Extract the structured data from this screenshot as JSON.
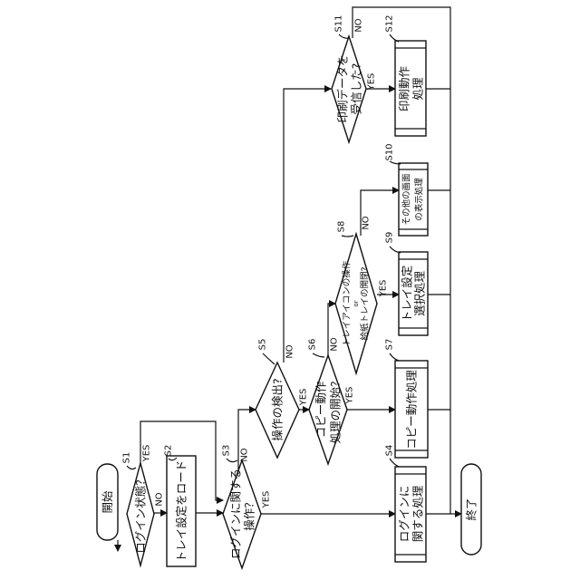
{
  "terminals": {
    "start": "開始",
    "end": "終了"
  },
  "steps": {
    "s1": "S1",
    "s2": "S2",
    "s3": "S3",
    "s4": "S4",
    "s5": "S5",
    "s6": "S6",
    "s7": "S7",
    "s8": "S8",
    "s9": "S9",
    "s10": "S10",
    "s11": "S11",
    "s12": "S12"
  },
  "nodes": {
    "login_state": "ログイン状態？",
    "load_tray": "トレイ設定をロード",
    "login_op_1": "ログインに関する",
    "login_op_2": "操作？",
    "login_proc_1": "ログインに",
    "login_proc_2": "関する処理",
    "detect_op": "操作の検出?",
    "copy_start_1": "コピー動作",
    "copy_start_2": "処理の開始？",
    "copy_proc": "コピー動作処理",
    "tray_icon_1": "トレイアイコンの操作",
    "tray_icon_or": "or",
    "tray_icon_2": "給紙トレイの開閉?",
    "tray_select_1": "トレイ設定",
    "tray_select_2": "選択処理",
    "other_disp_1": "その他の画面",
    "other_disp_2": "の表示処理",
    "print_recv_1": "印刷データを",
    "print_recv_2": "受信した?",
    "print_proc_1": "印刷動作",
    "print_proc_2": "処理"
  },
  "branches": {
    "yes": "YES",
    "no": "NO"
  }
}
